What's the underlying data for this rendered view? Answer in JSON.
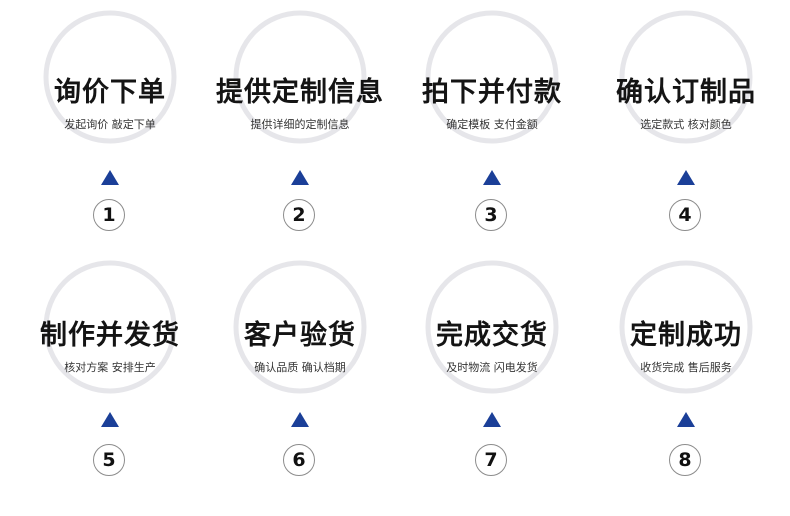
{
  "colors": {
    "accent_triangle": "#1b3f98",
    "ring": "#e6e6ea",
    "number_border": "#8c8c8c"
  },
  "steps": [
    {
      "number": "1",
      "title": "询价下单",
      "subtitle": "发起询价 敲定下单"
    },
    {
      "number": "2",
      "title": "提供定制信息",
      "subtitle": "提供详细的定制信息"
    },
    {
      "number": "3",
      "title": "拍下并付款",
      "subtitle": "确定模板 支付金额"
    },
    {
      "number": "4",
      "title": "确认订制品",
      "subtitle": "选定款式 核对颜色"
    },
    {
      "number": "5",
      "title": "制作并发货",
      "subtitle": "核对方案 安排生产"
    },
    {
      "number": "6",
      "title": "客户验货",
      "subtitle": "确认品质 确认档期"
    },
    {
      "number": "7",
      "title": "完成交货",
      "subtitle": "及时物流 闪电发货"
    },
    {
      "number": "8",
      "title": "定制成功",
      "subtitle": "收货完成 售后服务"
    }
  ]
}
